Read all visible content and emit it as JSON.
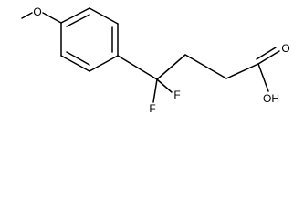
{
  "molecule": {
    "atoms": {
      "methoxy_o": "O",
      "fluorine_1": "F",
      "fluorine_2": "F",
      "carbonyl_o": "O",
      "hydroxyl": "OH"
    },
    "colors": {
      "bond": "#000000",
      "text": "#000000",
      "background": "#ffffff"
    }
  }
}
